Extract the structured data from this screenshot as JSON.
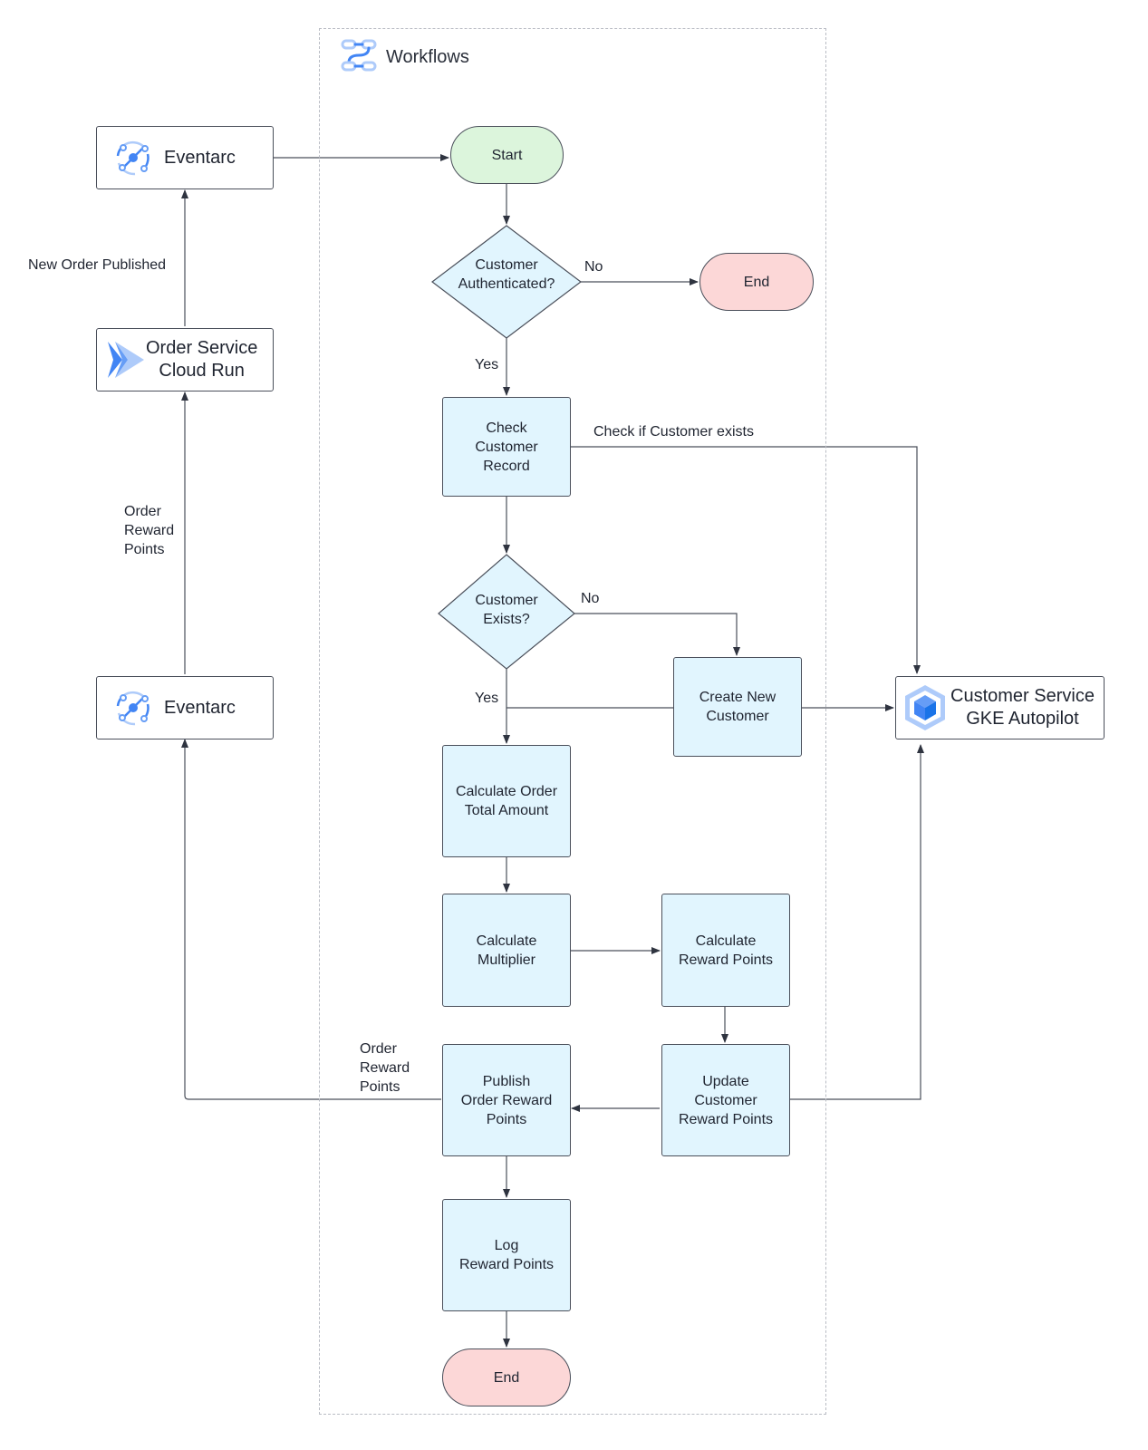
{
  "workflows": {
    "title": "Workflows",
    "icon": "workflows-icon"
  },
  "services": {
    "eventarc_top": {
      "label": "Eventarc",
      "icon": "eventarc-icon"
    },
    "order_service": {
      "line1": "Order Service",
      "line2": "Cloud Run",
      "icon": "cloud-run-icon"
    },
    "eventarc_bottom": {
      "label": "Eventarc",
      "icon": "eventarc-icon"
    },
    "customer_service": {
      "line1": "Customer Service",
      "line2": "GKE Autopilot",
      "icon": "gke-icon"
    }
  },
  "nodes": {
    "start": "Start",
    "customer_authenticated": "Customer\nAuthenticated?",
    "end_top": "End",
    "check_customer_record": "Check\nCustomer\nRecord",
    "customer_exists": "Customer\nExists?",
    "create_new_customer": "Create New\nCustomer",
    "calculate_order_total": "Calculate Order\nTotal Amount",
    "calculate_multiplier": "Calculate\nMultiplier",
    "calculate_reward_points": "Calculate\nReward Points",
    "update_customer_reward_points": "Update\nCustomer\nReward Points",
    "publish_order_reward_points": "Publish\nOrder Reward\nPoints",
    "log_reward_points": "Log\nReward Points",
    "end_bottom": "End"
  },
  "edge_labels": {
    "new_order_published": "New Order Published",
    "order_reward_points_left": "Order\nReward\nPoints",
    "order_reward_points_bottom": "Order\nReward\nPoints",
    "no_auth": "No",
    "yes_auth": "Yes",
    "check_if_customer_exists": "Check if Customer exists",
    "no_exists": "No",
    "yes_exists": "Yes"
  },
  "colors": {
    "task_fill": "#e1f5fe",
    "start_fill": "#dcf5dc",
    "end_fill": "#fcd7d7",
    "google_blue": "#4285f4",
    "line": "#4a4f5a"
  }
}
